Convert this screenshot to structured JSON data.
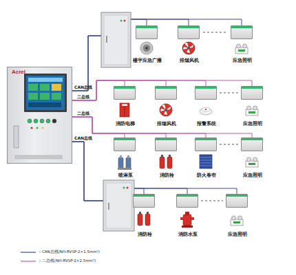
{
  "diagram": {
    "nodes": [
      {
        "text": [
          "Acrel"
        ]
      },
      {
        "text": [
          "楼宇应急广播"
        ]
      },
      {
        "text": [
          "排烟风机"
        ]
      },
      {
        "text": [
          "应急照明"
        ]
      },
      {
        "text": [
          "消防电梯"
        ]
      },
      {
        "text": [
          "排烟风机"
        ]
      },
      {
        "text": [
          "报警系统"
        ]
      },
      {
        "text": [
          "应急照明"
        ]
      },
      {
        "text": [
          "喷淋泵"
        ]
      },
      {
        "text": [
          "消防栓"
        ]
      },
      {
        "text": [
          "防火卷帘"
        ]
      },
      {
        "text": [
          "应急照明"
        ]
      },
      {
        "text": [
          "消防栓"
        ]
      },
      {
        "text": [
          "消防水泵"
        ]
      },
      {
        "text": [
          "应急照明"
        ]
      }
    ],
    "edges": [
      {
        "from": 0,
        "to": 1,
        "arrow": "none",
        "label": "CAN总线"
      },
      {
        "from": 0,
        "to": 2,
        "arrow": "none"
      },
      {
        "from": 0,
        "to": 3,
        "arrow": "none"
      },
      {
        "from": 0,
        "to": 4,
        "arrow": "none",
        "label": "二总线"
      },
      {
        "from": 0,
        "to": 5,
        "arrow": "none"
      },
      {
        "from": 0,
        "to": 6,
        "arrow": "none"
      },
      {
        "from": 0,
        "to": 7,
        "arrow": "none"
      },
      {
        "from": 0,
        "to": 8,
        "arrow": "none",
        "label": "二总线"
      },
      {
        "from": 0,
        "to": 9,
        "arrow": "none"
      },
      {
        "from": 0,
        "to": 10,
        "arrow": "none"
      },
      {
        "from": 0,
        "to": 11,
        "arrow": "none"
      },
      {
        "from": 0,
        "to": 12,
        "arrow": "none",
        "label": "CAN总线"
      },
      {
        "from": 0,
        "to": 13,
        "arrow": "none"
      },
      {
        "from": 0,
        "to": 14,
        "arrow": "none"
      }
    ],
    "legend": [
      {
        "text": "：CAN总线(NH-RVSP-2×1.5mm²)"
      },
      {
        "text": "：二总线(NH-RVSP-2×2.5mm²)"
      }
    ]
  }
}
